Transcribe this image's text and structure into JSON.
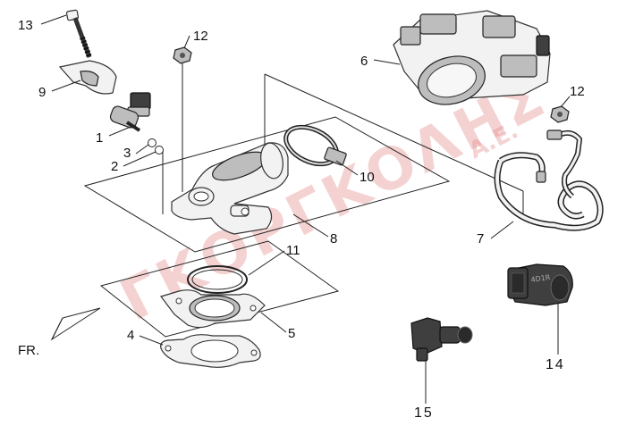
{
  "watermark": {
    "text": "ΓΚΟΡΓΚΟΛΗΣ",
    "suffix": "Α.Ε."
  },
  "direction_label": "FR.",
  "callouts": [
    {
      "id": "13",
      "label": "13"
    },
    {
      "id": "12a",
      "label": "12"
    },
    {
      "id": "9",
      "label": "9"
    },
    {
      "id": "1",
      "label": "1"
    },
    {
      "id": "3",
      "label": "3"
    },
    {
      "id": "2",
      "label": "2"
    },
    {
      "id": "6",
      "label": "6"
    },
    {
      "id": "12b",
      "label": "12"
    },
    {
      "id": "10",
      "label": "10"
    },
    {
      "id": "8",
      "label": "8"
    },
    {
      "id": "7",
      "label": "7"
    },
    {
      "id": "11",
      "label": "11"
    },
    {
      "id": "5",
      "label": "5"
    },
    {
      "id": "4",
      "label": "4"
    },
    {
      "id": "14",
      "label": "14"
    },
    {
      "id": "15",
      "label": "15"
    }
  ],
  "sensor_marking": "4D1R",
  "colors": {
    "watermark": "#e58a8a",
    "line": "#222222",
    "sensor_body": "#3f3f3f"
  }
}
